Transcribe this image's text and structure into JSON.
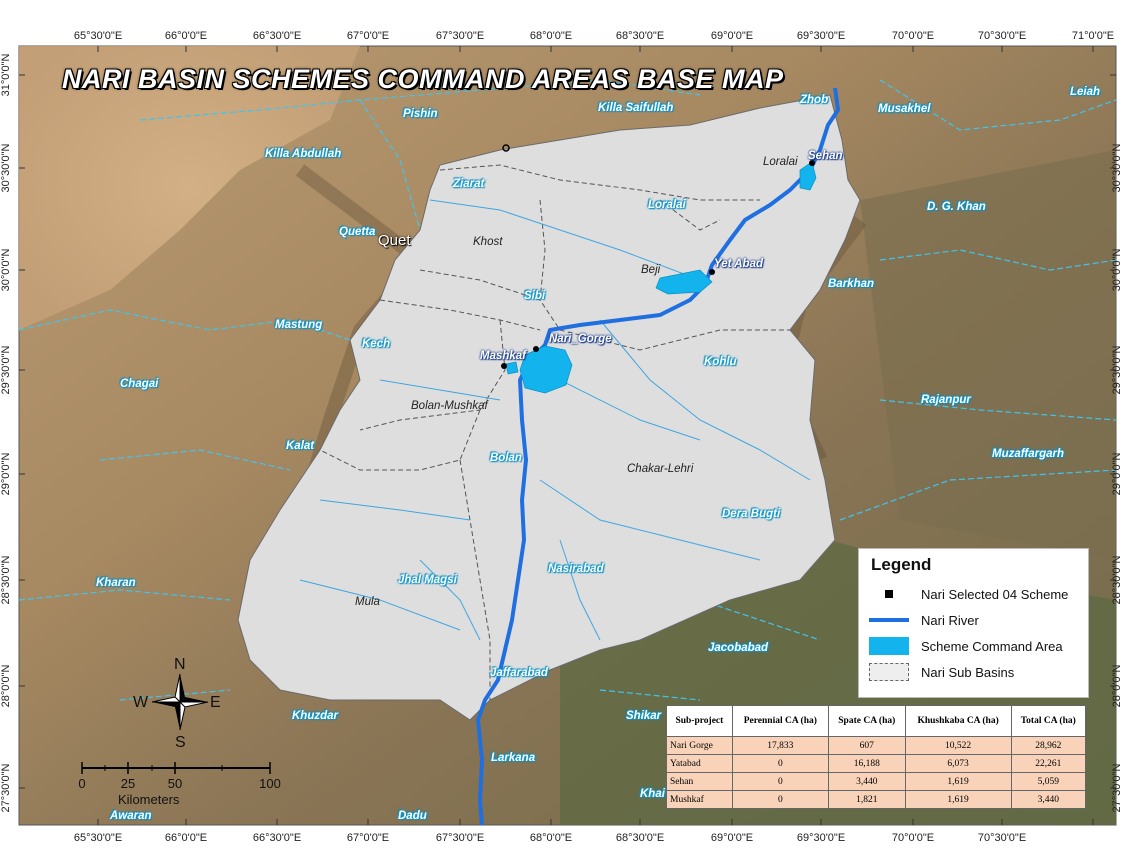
{
  "title": "NARI BASIN SCHEMES COMMAND AREAS BASE MAP",
  "graticule": {
    "lon_labels": [
      "65°30'0\"E",
      "66°0'0\"E",
      "66°30'0\"E",
      "67°0'0\"E",
      "67°30'0\"E",
      "68°0'0\"E",
      "68°30'0\"E",
      "69°0'0\"E",
      "69°30'0\"E",
      "70°0'0\"E",
      "70°30'0\"E",
      "71°0'0\"E"
    ],
    "lat_labels": [
      "31°0'0\"N",
      "30°30'0\"N",
      "30°0'0\"N",
      "29°30'0\"N",
      "29°0'0\"N",
      "28°30'0\"N",
      "28°0'0\"N",
      "27°30'0\"N"
    ]
  },
  "districts": [
    "Killa Saifullah",
    "Zhob",
    "Musakhel",
    "Leiah",
    "Pishin",
    "Killa Abdullah",
    "Ziarat",
    "Loralai",
    "D. G. Khan",
    "Quetta",
    "Barkhan",
    "Sibi",
    "Mastung",
    "Kech",
    "Kohlu",
    "Chagai",
    "Rajanpur",
    "Kalat",
    "Bolan",
    "Muzaffargarh",
    "Dera Bugti",
    "Kharan",
    "Jhal Magsi",
    "Nasirabad",
    "Jacobabad",
    "Khuzdar",
    "Jaffarabad",
    "Shikar",
    "Larkana",
    "Khai",
    "Awaran",
    "Dadu"
  ],
  "sub_basins": [
    "Khost",
    "Loralai",
    "Beji",
    "Bolan-Mushkaf",
    "Chakar-Lehri",
    "Mula"
  ],
  "city_fragment": "Quet",
  "schemes": [
    "Sehan",
    "Yet Abad",
    "Nari_Gorge",
    "Mashkaf"
  ],
  "legend": {
    "title": "Legend",
    "items": [
      "Nari Selected 04 Scheme",
      "Nari River",
      "Scheme Command Area",
      "Nari Sub Basins"
    ],
    "colors": {
      "scheme_point": "#000000",
      "river": "#1f6fe0",
      "command_area": "#13b4ee",
      "sub_basin_line": "#666666"
    }
  },
  "table": {
    "headers": [
      "Sub-project",
      "Perennial CA (ha)",
      "Spate CA (ha)",
      "Khushkaba CA (ha)",
      "Total CA (ha)"
    ],
    "rows": [
      [
        "Nari Gorge",
        "17,833",
        "607",
        "10,522",
        "28,962"
      ],
      [
        "Yatabad",
        "0",
        "16,188",
        "6,073",
        "22,261"
      ],
      [
        "Sehan",
        "0",
        "3,440",
        "1,619",
        "5,059"
      ],
      [
        "Mushkaf",
        "0",
        "1,821",
        "1,619",
        "3,440"
      ]
    ]
  },
  "compass": {
    "n": "N",
    "s": "S",
    "e": "E",
    "w": "W"
  },
  "scale": {
    "ticks": [
      "0",
      "25",
      "50",
      "100"
    ],
    "unit": "Kilometers"
  }
}
